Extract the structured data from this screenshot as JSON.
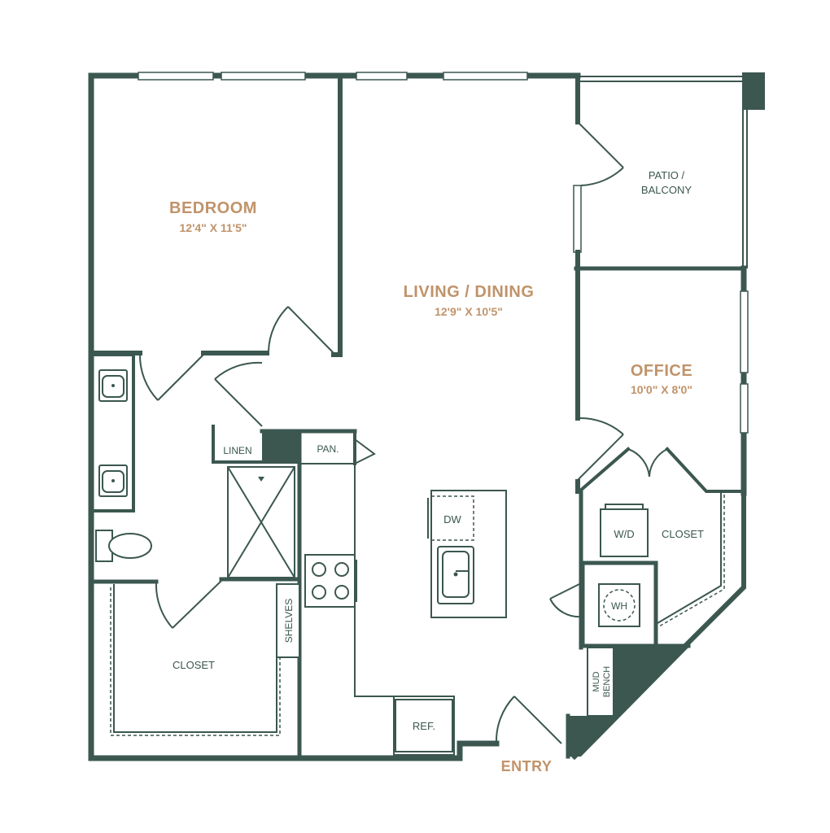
{
  "rooms": {
    "bedroom": {
      "name": "BEDROOM",
      "dims": "12'4\" X 11'5\""
    },
    "living": {
      "name": "LIVING / DINING",
      "dims": "12'9\" X 10'5\""
    },
    "office": {
      "name": "OFFICE",
      "dims": "10'0\" X 8'0\""
    },
    "patio": {
      "line1": "PATIO /",
      "line2": "BALCONY"
    },
    "entry": "ENTRY"
  },
  "fixtures": {
    "linen": "LINEN",
    "pantry": "PAN.",
    "dishwasher": "DW",
    "washer_dryer": "W/D",
    "office_closet": "CLOSET",
    "water_heater": "WH",
    "bedroom_closet": "CLOSET",
    "shelves": "SHELVES",
    "refrigerator": "REF.",
    "mud_bench_line1": "MUD",
    "mud_bench_line2": "BENCH"
  },
  "colors": {
    "wall": "#3b5750",
    "label": "#c0936a",
    "background": "#ffffff"
  }
}
